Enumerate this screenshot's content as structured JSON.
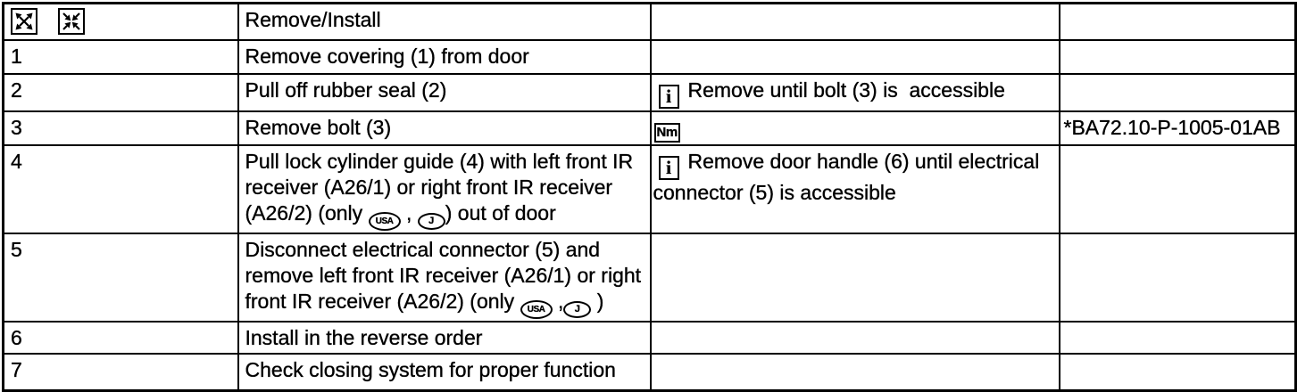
{
  "table": {
    "header": {
      "title": "Remove/Install"
    },
    "icons": {
      "expand": "expand-arrows-icon",
      "collapse": "collapse-arrows-icon",
      "info_label": "i",
      "nm_label": "Nm"
    },
    "rows": [
      {
        "step": "1",
        "instruction": [
          {
            "text": "Remove covering (1) from door"
          }
        ],
        "note_icon": "",
        "note": "",
        "ref": ""
      },
      {
        "step": "2",
        "instruction": [
          {
            "text": "Pull off rubber seal (2)"
          }
        ],
        "note_icon": "info",
        "note": "Remove until bolt (3) is  accessible",
        "ref": ""
      },
      {
        "step": "3",
        "instruction": [
          {
            "text": "Remove bolt (3)"
          }
        ],
        "note_icon": "nm",
        "note": "",
        "ref": "*BA72.10-P-1005-01AB"
      },
      {
        "step": "4",
        "instruction": [
          {
            "text": "Pull lock cylinder guide (4) with left front IR receiver (A26/1) or right front IR receiver (A26/2) (only "
          },
          {
            "badge": "USA"
          },
          {
            "text": " , "
          },
          {
            "badge": "J"
          },
          {
            "text": ") out of door"
          }
        ],
        "note_icon": "info",
        "note": "Remove door handle (6) until electrical connector (5) is accessible",
        "ref": ""
      },
      {
        "step": "5",
        "instruction": [
          {
            "text": "Disconnect electrical connector (5) and remove left front IR receiver (A26/1) or right front IR receiver (A26/2) (only "
          },
          {
            "badge": "USA"
          },
          {
            "text": " ,"
          },
          {
            "badge": "J"
          },
          {
            "text": " )"
          }
        ],
        "note_icon": "",
        "note": "",
        "ref": ""
      },
      {
        "step": "6",
        "instruction": [
          {
            "text": "Install in the reverse order"
          }
        ],
        "note_icon": "",
        "note": "",
        "ref": ""
      },
      {
        "step": "7",
        "instruction": [
          {
            "text": "Check closing system for proper function"
          }
        ],
        "note_icon": "",
        "note": "",
        "ref": ""
      }
    ]
  }
}
